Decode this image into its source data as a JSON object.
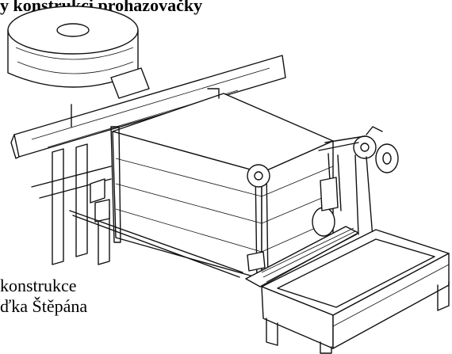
{
  "captions": {
    "top": "y konstrukci prohazovačky",
    "line1": "konstrukce",
    "line2": "ďka Štěpána"
  }
}
